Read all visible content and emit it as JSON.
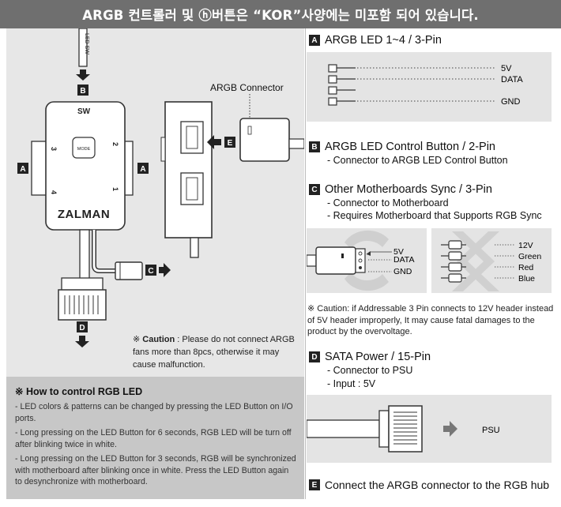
{
  "banner": {
    "title": "ARGB 컨트롤러 및 ⓗ버튼은 “KOR”사양에는 미포함 되어 있습니다."
  },
  "diagram": {
    "led_sw_label": "LED SW",
    "sw_label": "SW",
    "mode_label": "MODE",
    "brand": "ZALMAN",
    "port_numbers": [
      "3",
      "2",
      "4",
      "1"
    ],
    "argb_connector_label": "ARGB Connector",
    "badges": {
      "A": "A",
      "B": "B",
      "C": "C",
      "D": "D",
      "E": "E"
    }
  },
  "caution_left": {
    "prefix": "※ ",
    "bold": "Caution",
    "text": " : Please do not connect ARGB fans more than 8pcs, otherwise it may cause malfunction."
  },
  "howto": {
    "title": "※ How to control RGB LED",
    "items": [
      "- LED colors & patterns can be changed by pressing the LED Button on I/O ports.",
      "- Long pressing on the LED Button for 6 seconds, RGB LED will be turn off after blinking twice in white.",
      "- Long pressing on the LED Button for 3 seconds, RGB will be synchronized with motherboard after blinking once in white. Press the LED Button again to desynchronize with motherboard."
    ]
  },
  "sections": {
    "a": {
      "badge": "A",
      "title": "ARGB LED 1~4 / 3-Pin",
      "pins": [
        "5V",
        "DATA",
        "GND"
      ]
    },
    "b": {
      "badge": "B",
      "title": "ARGB LED Control Button / 2-Pin",
      "lines": [
        "- Connector to ARGB LED Control Button"
      ]
    },
    "c": {
      "badge": "C",
      "title": "Other Motherboards Sync / 3-Pin",
      "lines": [
        "- Connector to Motherboard",
        "- Requires Motherboard that Supports RGB Sync"
      ],
      "pins_argb": [
        "5V",
        "DATA",
        "GND"
      ],
      "pins_rgb": [
        "12V",
        "Green",
        "Red",
        "Blue"
      ],
      "caution": "※ Caution: if Addressable 3 Pin connects to 12V header instead of 5V header improperly, It may cause fatal damages to the product by the overvoltage."
    },
    "d": {
      "badge": "D",
      "title": "SATA Power / 15-Pin",
      "lines": [
        "- Connector to PSU",
        "- Input : 5V"
      ],
      "psu_label": "PSU"
    },
    "e": {
      "badge": "E",
      "title": "Connect the ARGB connector to the RGB hub"
    }
  }
}
